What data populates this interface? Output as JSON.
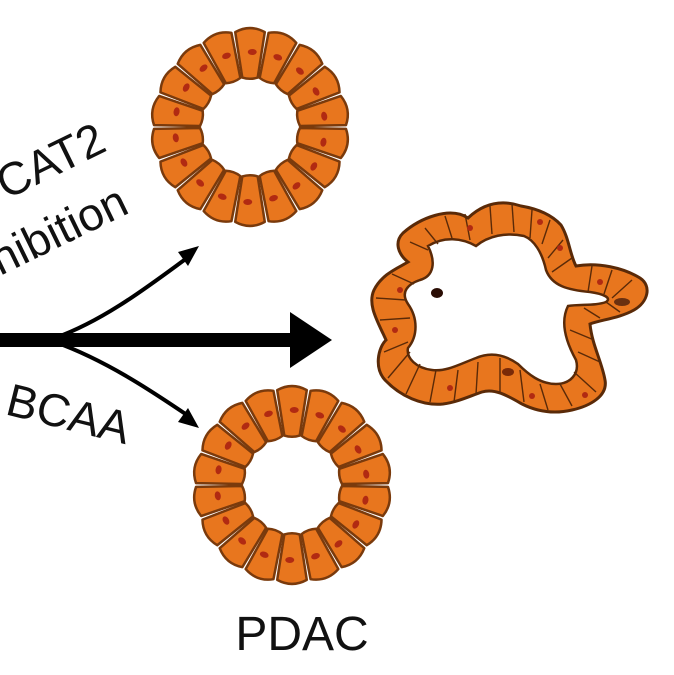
{
  "labels": {
    "upper_line1": "CAT2",
    "upper_line2": "nibition",
    "lower": "BCAA",
    "bottom": "PDAC"
  },
  "colors": {
    "cell_fill": "#e8761e",
    "cell_stroke": "#7a3a0c",
    "nucleus": "#b12a12",
    "arrow": "#000000",
    "background": "#ffffff"
  },
  "structures": {
    "upper_organoid": {
      "shape": "ring",
      "cells": 18
    },
    "lower_organoid": {
      "shape": "ring",
      "cells": 18
    },
    "right_tumor": {
      "shape": "irregular-epithelium"
    }
  }
}
